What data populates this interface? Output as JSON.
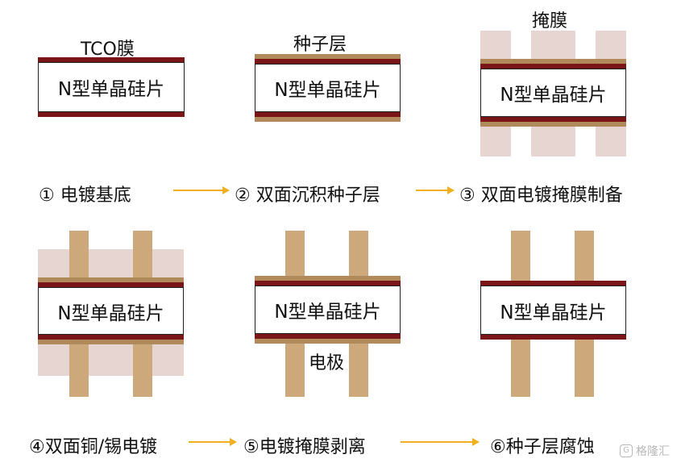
{
  "diagram": {
    "wafer_label": "N型单晶硅片",
    "panel1": {
      "layer_label": "TCO膜",
      "caption": "① 电镀基底"
    },
    "panel2": {
      "layer_label": "种子层",
      "caption": "② 双面沉积种子层"
    },
    "panel3": {
      "layer_label": "掩膜",
      "caption": "③ 双面电镀掩膜制备"
    },
    "panel4": {
      "caption": "④双面铜/锡电镀"
    },
    "panel5": {
      "layer_label": "电极",
      "caption": "⑤电镀掩膜剥离"
    },
    "panel6": {
      "caption": "⑥种子层腐蚀"
    }
  },
  "watermark": {
    "text": "格隆汇"
  },
  "colors": {
    "tco": "#7a1518",
    "seed": "#b08a5a",
    "mask": "#e6d5d0",
    "electrode": "#cca87a",
    "arrow": "#f0b020"
  }
}
